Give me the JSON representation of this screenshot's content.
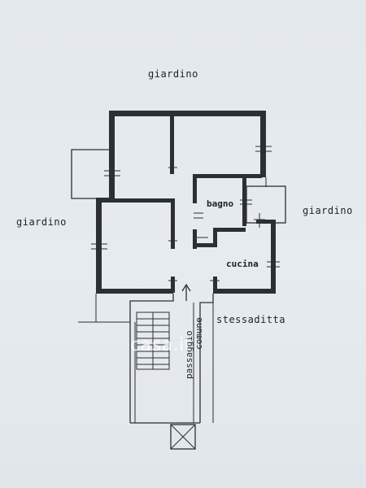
{
  "labels": {
    "garden_top": "giardino",
    "garden_left": "giardino",
    "garden_right": "giardino",
    "bathroom": "bagno",
    "kitchen": "cucina",
    "same_owner": "stessaditta",
    "passage_line1": "passaggio",
    "passage_line2": "comune"
  },
  "watermark": "casa.it"
}
